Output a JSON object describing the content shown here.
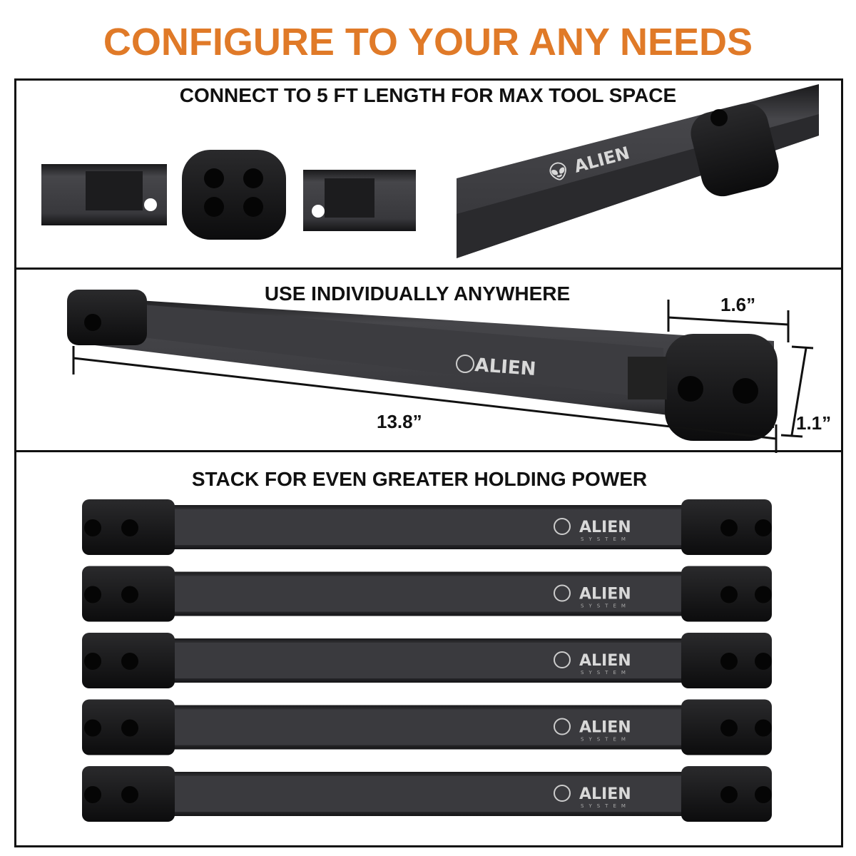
{
  "headline": "CONFIGURE TO YOUR ANY NEEDS",
  "colors": {
    "headline": "#E07A28",
    "bar": "#2b2b2e",
    "border": "#111111"
  },
  "panels": [
    {
      "caption": "CONNECT TO 5 FT LENGTH FOR MAX TOOL SPACE"
    },
    {
      "caption": "USE INDIVIDUALLY ANYWHERE",
      "dimensions": {
        "length": "13.8”",
        "width": "1.6”",
        "height": "1.1”"
      }
    },
    {
      "caption": "STACK FOR EVEN GREATER HOLDING POWER",
      "bar_count": 5
    }
  ],
  "brand": {
    "name": "ALIEN",
    "sub": "SYSTEM"
  }
}
